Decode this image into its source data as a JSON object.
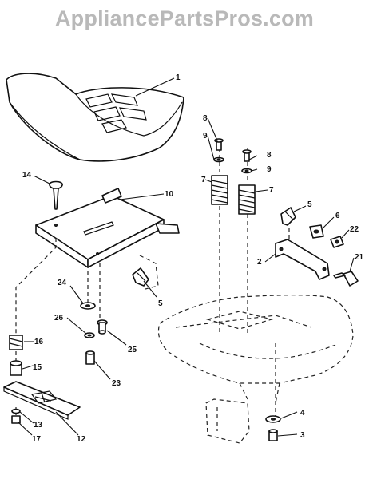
{
  "watermark": "AppliancePartsPros.com",
  "callouts": {
    "c1": "1",
    "c2": "2",
    "c3": "3",
    "c4": "4",
    "c5a": "5",
    "c5b": "5",
    "c6": "6",
    "c7a": "7",
    "c7b": "7",
    "c8a": "8",
    "c8b": "8",
    "c9a": "9",
    "c9b": "9",
    "c10": "10",
    "c12": "12",
    "c13": "13",
    "c14": "14",
    "c15": "15",
    "c16": "16",
    "c17": "17",
    "c21": "21",
    "c22": "22",
    "c23": "23",
    "c24": "24",
    "c25": "25",
    "c26": "26"
  }
}
